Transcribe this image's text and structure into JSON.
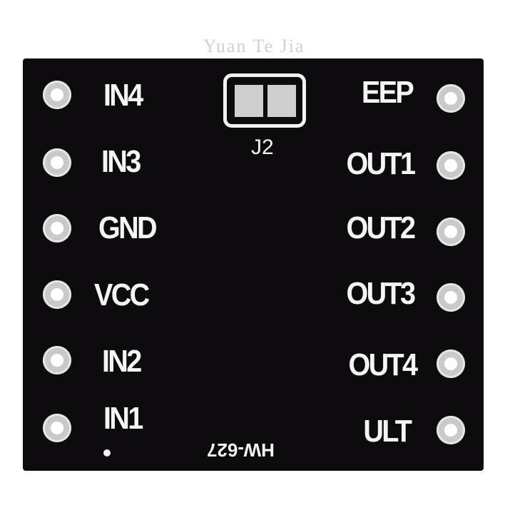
{
  "watermark": "Yuan Te Jia",
  "board": {
    "color": "#0d0b0e",
    "left_pins": [
      "IN4",
      "IN3",
      "GND",
      "VCC",
      "IN2",
      "IN1"
    ],
    "right_pins": [
      "EEP",
      "OUT1",
      "OUT2",
      "OUT3",
      "OUT4",
      "ULT"
    ],
    "jumper_label": "J2",
    "model_text": "HW-627"
  }
}
